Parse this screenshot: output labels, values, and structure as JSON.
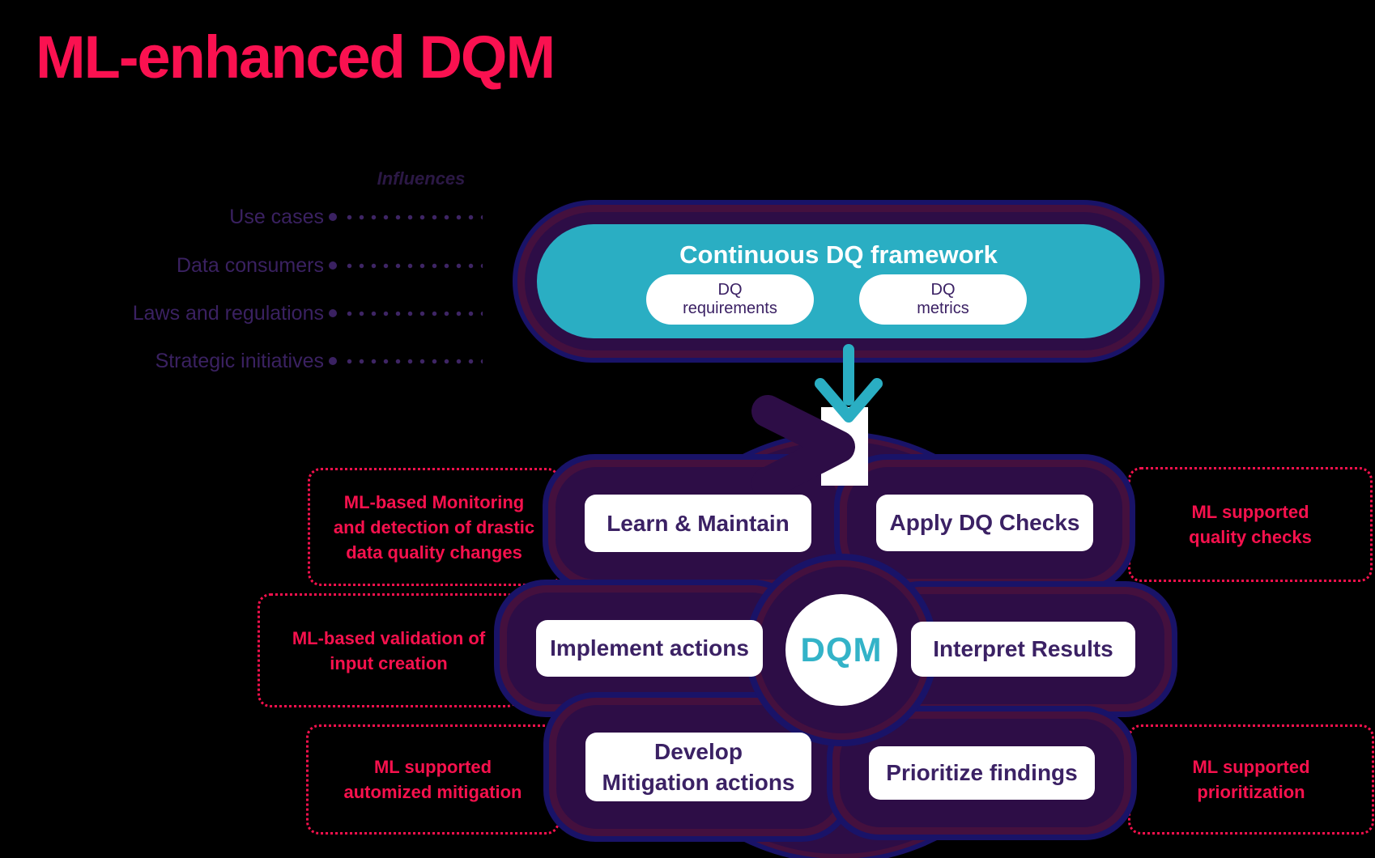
{
  "title": "ML-enhanced DQM",
  "influences": {
    "label": "Influences",
    "items": [
      "Use cases",
      "Data consumers",
      "Laws and regulations",
      "Strategic initiatives"
    ]
  },
  "framework": {
    "title": "Continuous DQ framework",
    "pills": [
      {
        "line1": "DQ",
        "line2": "requirements"
      },
      {
        "line1": "DQ",
        "line2": "metrics"
      }
    ]
  },
  "cycle": {
    "center_label": "DQM",
    "steps": {
      "learn": "Learn & Maintain",
      "apply": "Apply DQ Checks",
      "implement": "Implement actions",
      "interpret": "Interpret Results",
      "develop_line1": "Develop",
      "develop_line2": "Mitigation actions",
      "prioritize": "Prioritize findings"
    }
  },
  "annotations": {
    "monitoring": {
      "line1": "ML-based Monitoring",
      "line2": "and detection of drastic",
      "line3": "data quality changes"
    },
    "validation": {
      "line1": "ML-based validation of",
      "line2": "input creation"
    },
    "mitigation": {
      "line1": "ML supported",
      "line2": "automized mitigation"
    },
    "quality": {
      "line1": "ML supported",
      "line2": "quality checks"
    },
    "prioritization": {
      "line1": "ML supported",
      "line2": "prioritization"
    }
  },
  "colors": {
    "background": "#000000",
    "accent_red": "#FA1150",
    "teal": "#2AAEC3",
    "ring_purple": "#2D0D46",
    "glow_maroon": "#44103E",
    "glow_navy": "#191368",
    "text_purple": "#3B2164",
    "white": "#FFFFFF"
  }
}
